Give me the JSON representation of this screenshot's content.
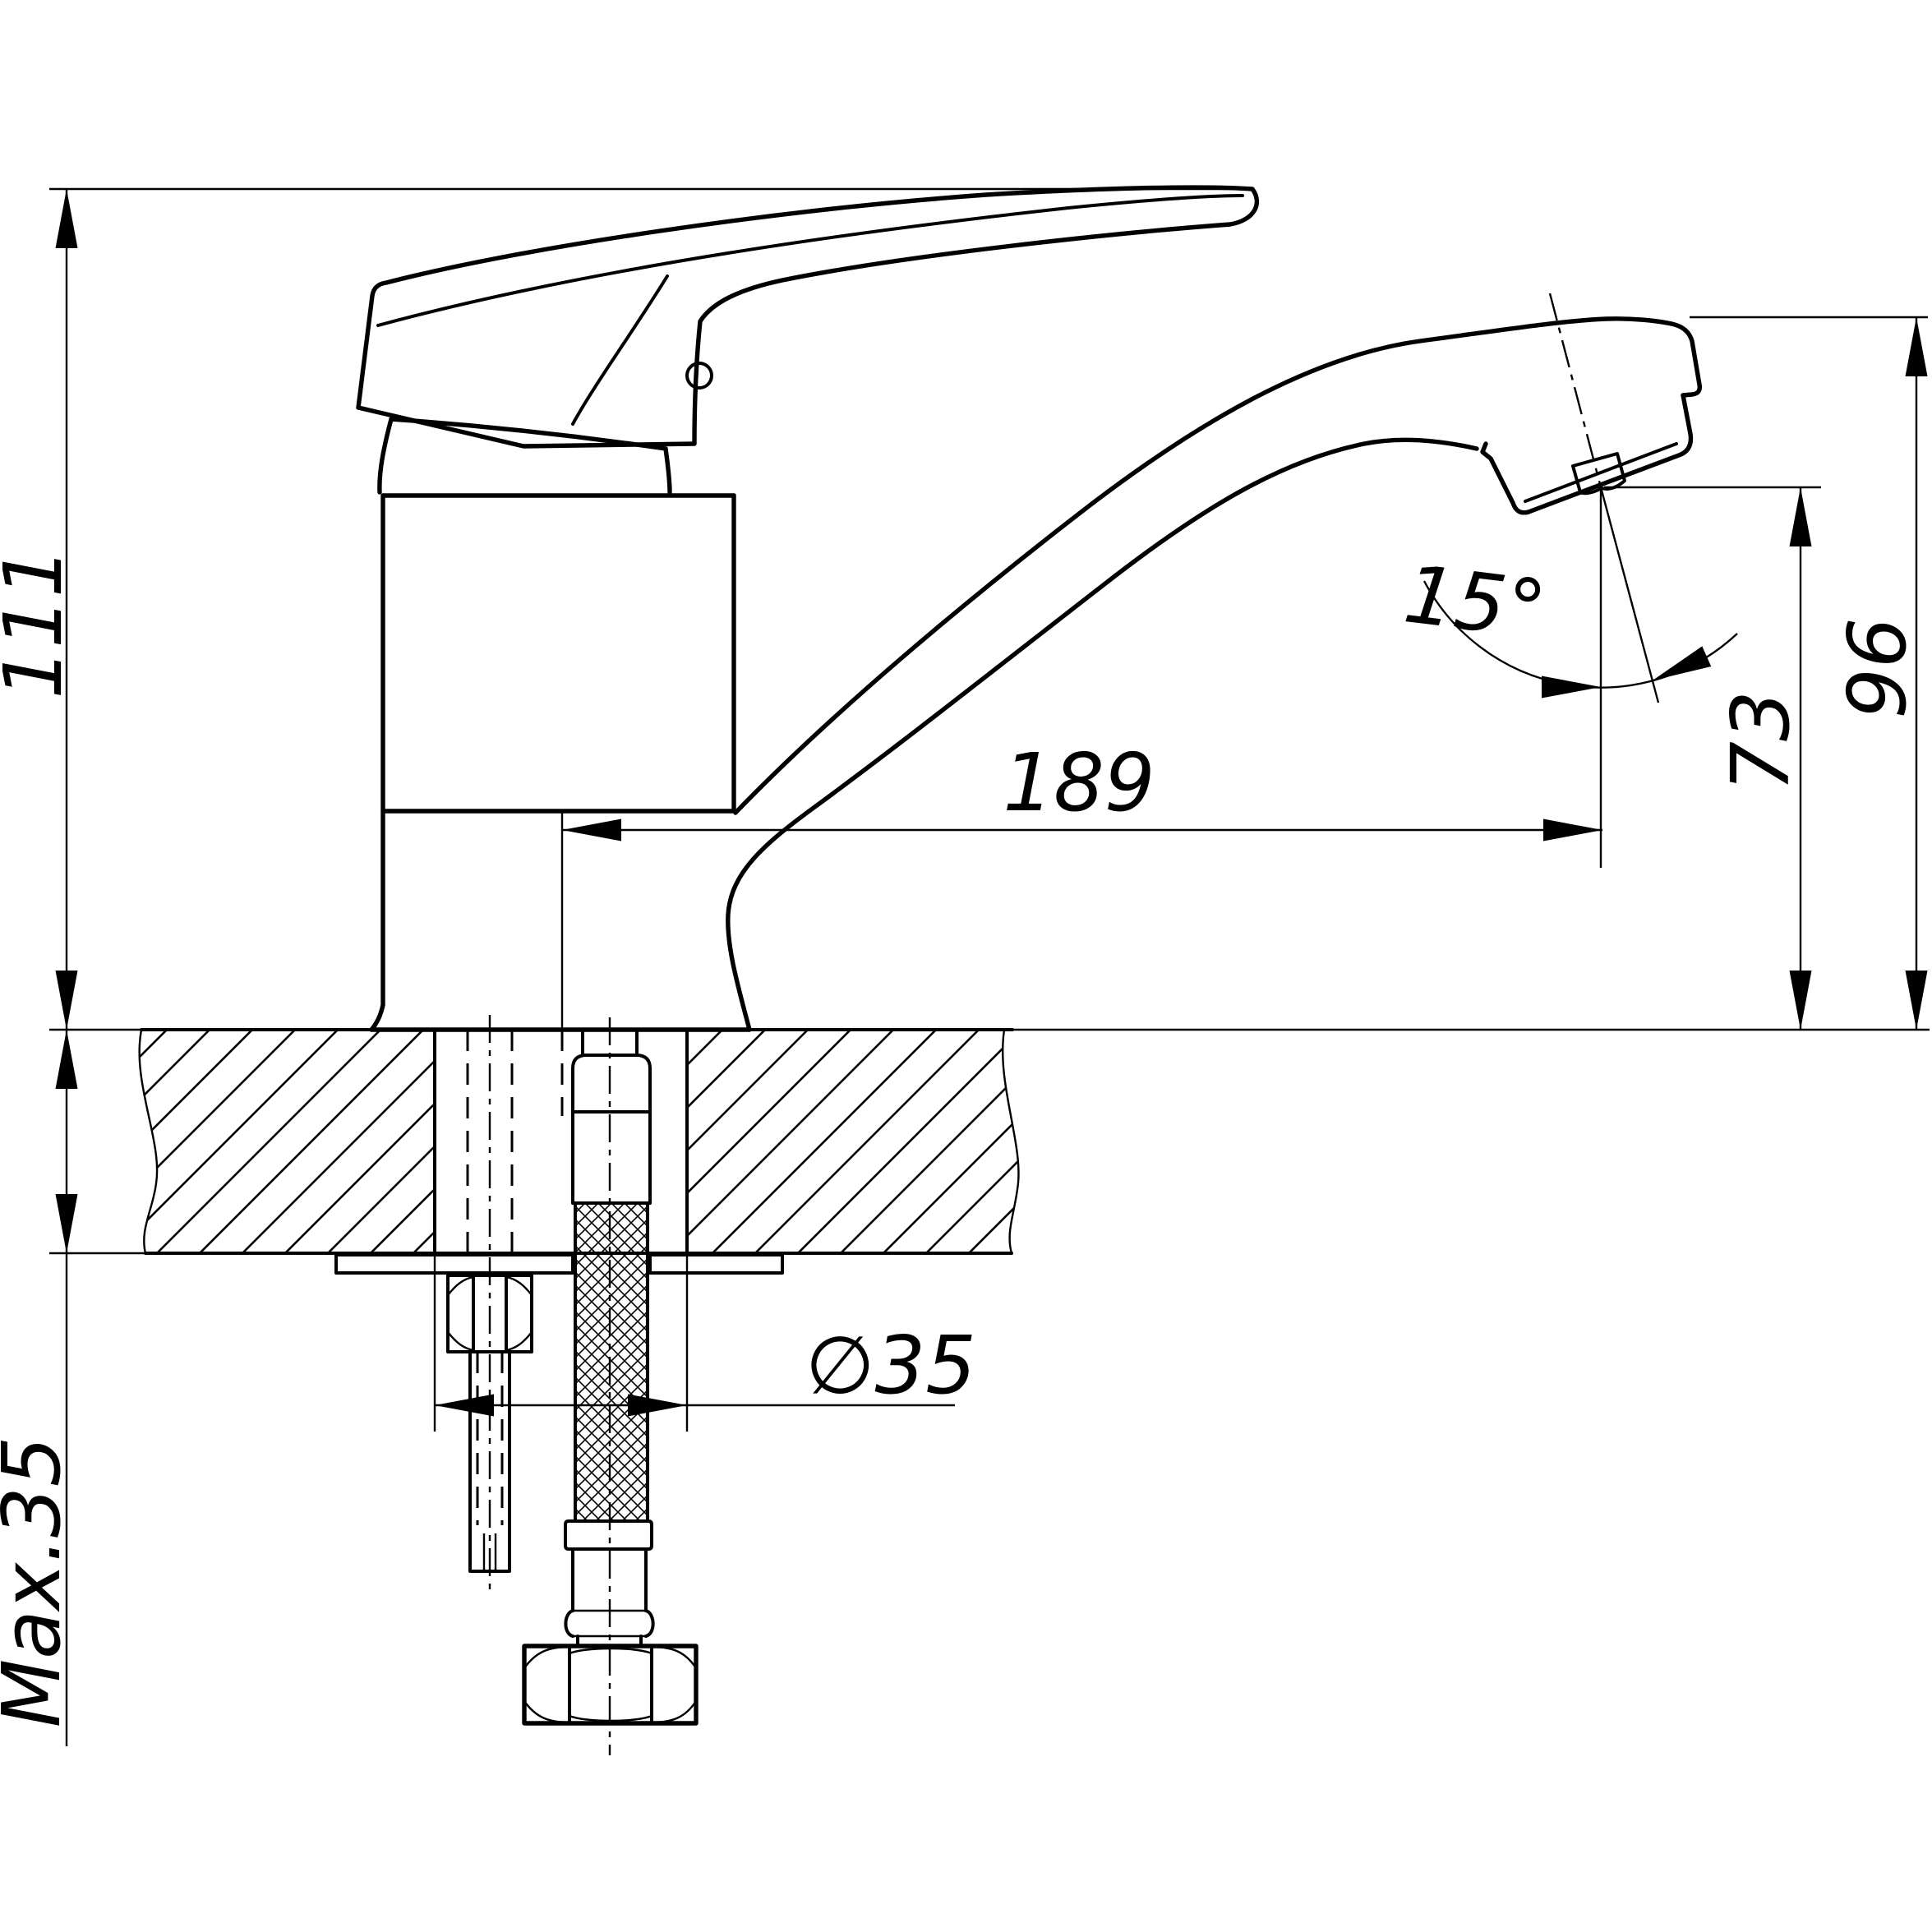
{
  "colors": {
    "ink": "#000000",
    "paper": "#ffffff"
  },
  "drawing": {
    "type": "faucet installation dimension drawing",
    "labels": {
      "overall_height": "111",
      "max_deck_thickness": "Max.35",
      "spout_reach": "189",
      "stream_angle": "15°",
      "outlet_height": "73",
      "spout_top_height": "96",
      "mounting_hole_diameter": "∅35"
    }
  }
}
